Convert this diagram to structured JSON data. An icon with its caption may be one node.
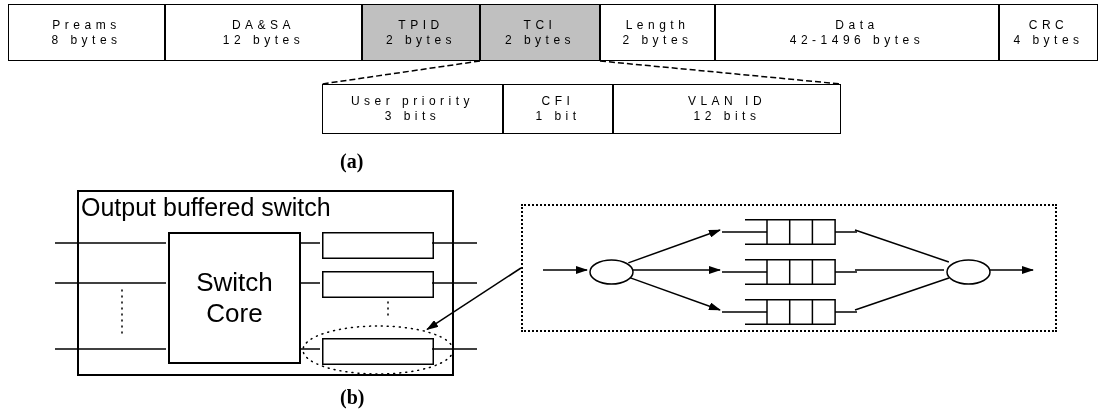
{
  "diagram": {
    "nodes": [
      {
        "text": [
          "Preams",
          "8 bytes"
        ]
      },
      {
        "text": [
          "DA&SA",
          "12 bytes"
        ]
      },
      {
        "text": [
          "TPID",
          "2 bytes"
        ]
      },
      {
        "text": [
          "TCI",
          "2 bytes"
        ]
      },
      {
        "text": [
          "Length",
          "2 bytes"
        ]
      },
      {
        "text": [
          "Data",
          "42-1496 bytes"
        ]
      },
      {
        "text": [
          "CRC",
          "4 bytes"
        ]
      },
      {
        "text": [
          "User priority",
          "3 bits"
        ]
      },
      {
        "text": [
          "CFI",
          "1 bit"
        ]
      },
      {
        "text": [
          "VLAN ID",
          "12 bits"
        ]
      },
      {
        "text": [
          "Output buffered switch"
        ]
      },
      {
        "text": [
          "Switch Core"
        ],
        "in": 10
      },
      {
        "text": [],
        "shape": "box",
        "in": 10
      },
      {
        "text": [],
        "shape": "box",
        "in": 10
      },
      {
        "text": [],
        "shape": "box",
        "in": 15
      },
      {
        "text": [],
        "shape": "ellipse",
        "in": 10
      },
      {
        "text": [],
        "shape": "box"
      },
      {
        "text": [],
        "shape": "ellipse",
        "in": 16
      },
      {
        "text": [],
        "shape": "queue",
        "in": 16
      },
      {
        "text": [],
        "shape": "queue",
        "in": 16
      },
      {
        "text": [],
        "shape": "queue",
        "in": 16
      },
      {
        "text": [],
        "shape": "ellipse",
        "in": 16
      }
    ],
    "edges": [
      {
        "from": 3,
        "to": 7,
        "arrow": "none",
        "style": "dashed"
      },
      {
        "from": 3,
        "to": 9,
        "arrow": "none",
        "style": "dashed"
      },
      {
        "from": null,
        "to": 11,
        "arrow": "none"
      },
      {
        "from": null,
        "to": 11,
        "arrow": "none"
      },
      {
        "from": null,
        "to": 11,
        "arrow": "none"
      },
      {
        "from": 11,
        "to": 12,
        "arrow": "none"
      },
      {
        "from": 11,
        "to": 13,
        "arrow": "none"
      },
      {
        "from": 11,
        "to": 14,
        "arrow": "none"
      },
      {
        "from": 12,
        "to": null,
        "arrow": "none"
      },
      {
        "from": 13,
        "to": null,
        "arrow": "none"
      },
      {
        "from": 14,
        "to": null,
        "arrow": "none"
      },
      {
        "from": 16,
        "to": 15,
        "arrow": "to"
      },
      {
        "from": null,
        "to": 17,
        "arrow": "to"
      },
      {
        "from": 17,
        "to": 18,
        "arrow": "to"
      },
      {
        "from": 17,
        "to": 19,
        "arrow": "to"
      },
      {
        "from": 17,
        "to": 20,
        "arrow": "to"
      },
      {
        "from": 18,
        "to": 21,
        "arrow": "none"
      },
      {
        "from": 19,
        "to": 21,
        "arrow": "none"
      },
      {
        "from": 20,
        "to": 21,
        "arrow": "none"
      },
      {
        "from": 21,
        "to": null,
        "arrow": "to"
      }
    ],
    "labels": [
      "(a)",
      "(b)"
    ]
  }
}
